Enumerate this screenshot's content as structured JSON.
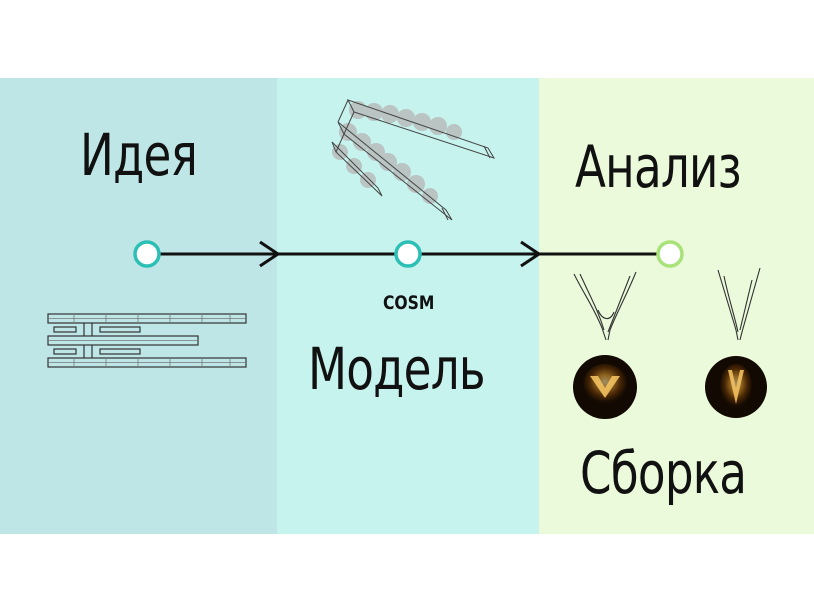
{
  "stages": {
    "idea": "Идея",
    "model": "Модель",
    "analysis": "Анализ",
    "assembly": "Сборка"
  },
  "labels": {
    "cosm": "COSM"
  },
  "colors": {
    "panel_idea": "#bfe6e6",
    "panel_model": "#c7f3ee",
    "panel_analysis": "#ebfadb",
    "node_teal": "#2bbfb6",
    "node_green": "#a9e27a",
    "line": "#111111"
  }
}
